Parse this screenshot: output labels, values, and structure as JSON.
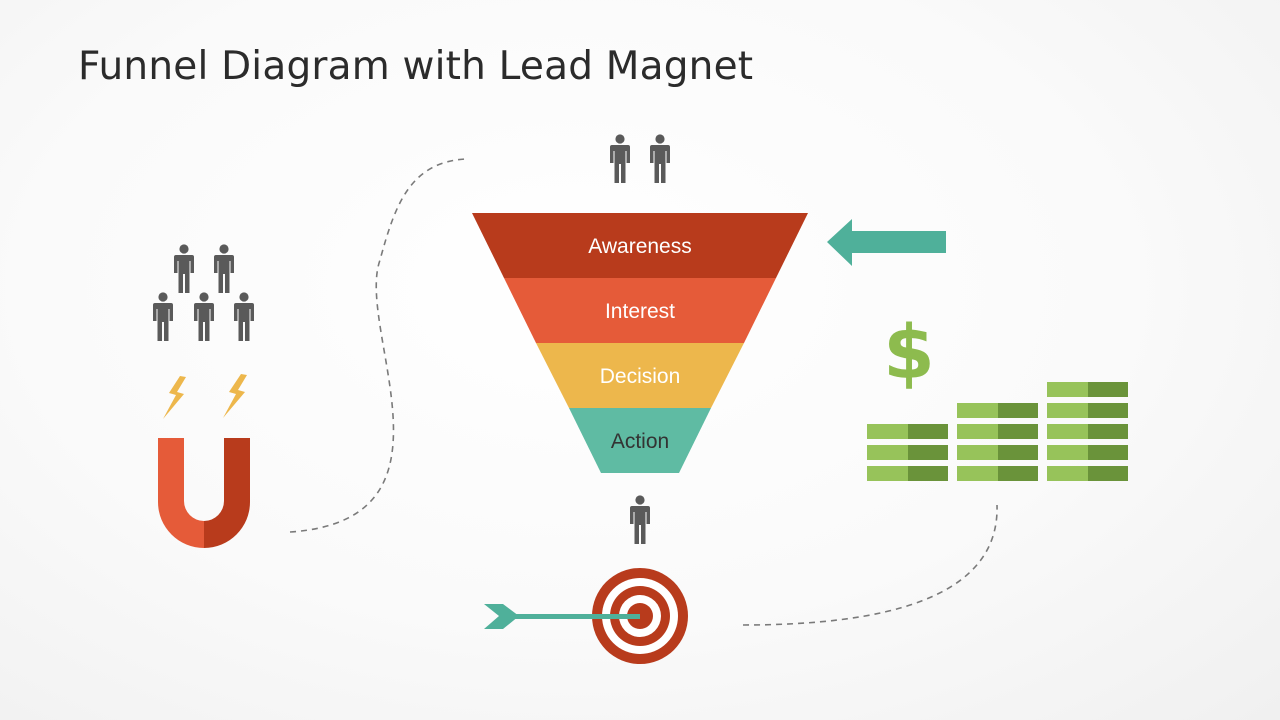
{
  "slide": {
    "title": "Funnel Diagram with Lead Magnet"
  },
  "funnel": {
    "stages": [
      {
        "label": "Awareness",
        "color": "#b83b1c",
        "text_color": "#ffffff"
      },
      {
        "label": "Interest",
        "color": "#e55b39",
        "text_color": "#ffffff"
      },
      {
        "label": "Decision",
        "color": "#edb74c",
        "text_color": "#ffffff"
      },
      {
        "label": "Action",
        "color": "#5fbba3",
        "text_color": "#333333"
      }
    ]
  },
  "icons": {
    "people_color": "#5a5a5a",
    "magnet_colors": [
      "#e55b39",
      "#b83b1c"
    ],
    "spark_color": "#edb74c",
    "arrow_color": "#4fb09a",
    "dollar_color": "#8dbb4e",
    "money_colors": [
      "#97c35a",
      "#6a933a"
    ],
    "target_colors": [
      "#b83b1c",
      "#ffffff"
    ],
    "dashed_line_color": "#7a7a7a"
  }
}
